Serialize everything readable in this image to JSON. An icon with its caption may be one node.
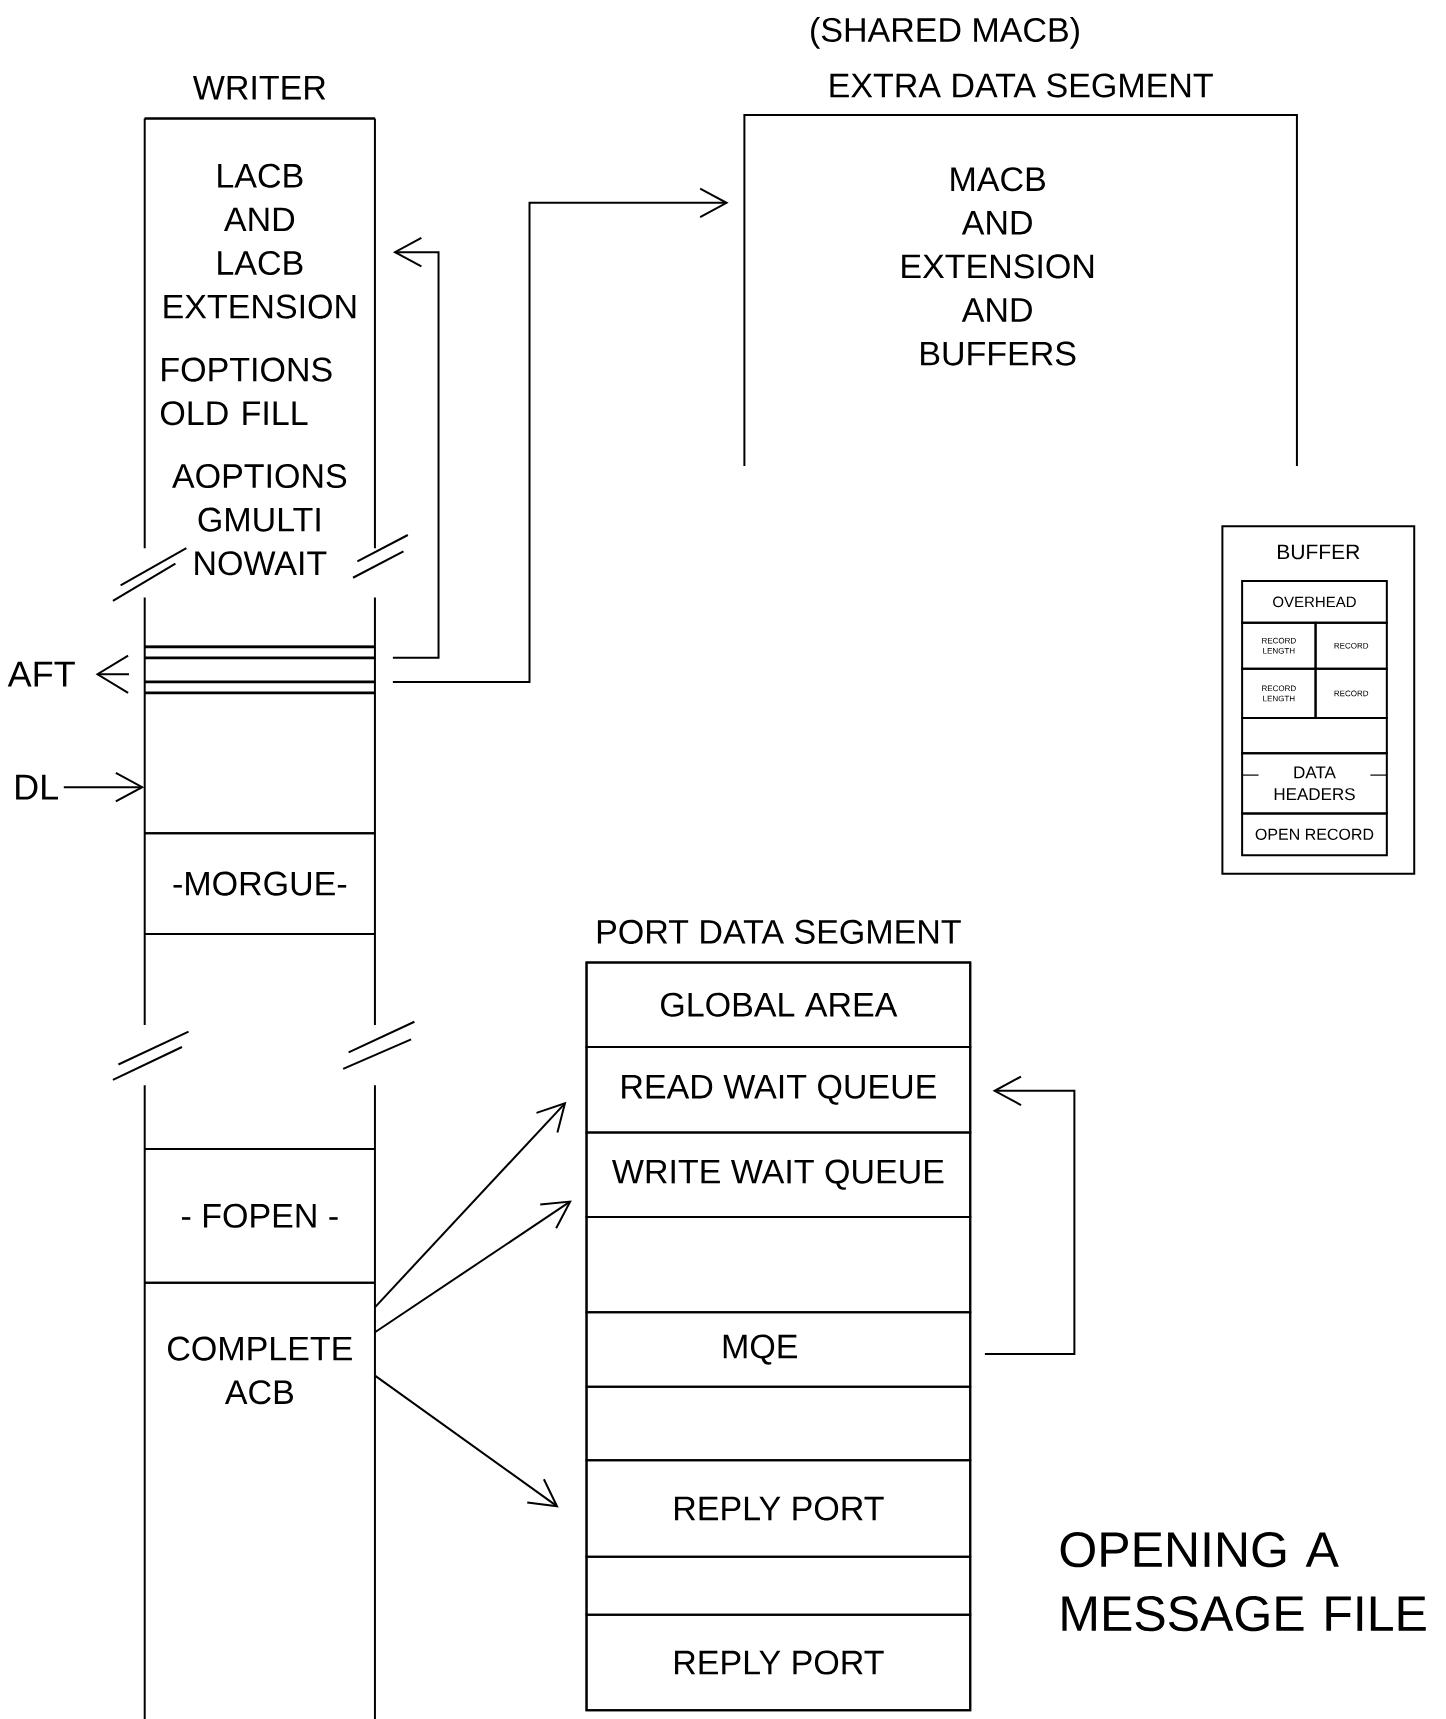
{
  "diagram": {
    "caption": "OPENING A MESSAGE FILE",
    "nodes": [
      {
        "text": [
          "WRITER"
        ]
      },
      {
        "text": [
          "LACB AND LACB EXTENSION",
          "FOPTIONS OLD FILL",
          "AOPTIONS GMULTI NOWAIT"
        ],
        "in": 0
      },
      {
        "text": [],
        "shape": "box",
        "in": 0
      },
      {
        "text": [],
        "shape": "box",
        "in": 0
      },
      {
        "text": [
          "-MORGUE-"
        ],
        "in": 0
      },
      {
        "text": [],
        "shape": "box",
        "in": 0
      },
      {
        "text": [
          "- FOPEN -"
        ],
        "in": 0
      },
      {
        "text": [
          "COMPLETE ACB"
        ],
        "in": 0
      },
      {
        "text": [
          "AFT"
        ]
      },
      {
        "text": [
          "DL"
        ]
      },
      {
        "text": [
          "(SHARED MACB)",
          "EXTRA DATA SEGMENT",
          "MACB AND EXTENSION AND BUFFERS"
        ]
      },
      {
        "text": [
          "PORT DATA SEGMENT"
        ]
      },
      {
        "text": [
          "GLOBAL AREA"
        ],
        "in": 11
      },
      {
        "text": [
          "READ WAIT QUEUE"
        ],
        "in": 11
      },
      {
        "text": [
          "WRITE WAIT QUEUE"
        ],
        "in": 11
      },
      {
        "text": [],
        "shape": "box",
        "in": 11
      },
      {
        "text": [
          "MQE"
        ],
        "in": 11
      },
      {
        "text": [],
        "shape": "box",
        "in": 11
      },
      {
        "text": [
          "REPLY PORT"
        ],
        "in": 11
      },
      {
        "text": [],
        "shape": "box",
        "in": 11
      },
      {
        "text": [
          "REPLY PORT"
        ],
        "in": 11
      },
      {
        "text": [
          "BUFFER"
        ]
      },
      {
        "text": [
          "OVERHEAD"
        ],
        "in": 21
      },
      {
        "text": [
          "RECORD LENGTH"
        ],
        "in": 21
      },
      {
        "text": [
          "RECORD"
        ],
        "in": 21
      },
      {
        "text": [
          "RECORD LENGTH"
        ],
        "in": 21
      },
      {
        "text": [
          "RECORD"
        ],
        "in": 21
      },
      {
        "text": [],
        "shape": "box",
        "in": 21
      },
      {
        "text": [
          "DATA HEADERS"
        ],
        "in": 21
      },
      {
        "text": [
          "OPEN RECORD"
        ],
        "in": 21
      }
    ],
    "edges": [
      {
        "from": 2,
        "to": 1,
        "arrow": "to"
      },
      {
        "from": 2,
        "to": 10,
        "arrow": "to"
      },
      {
        "from": 7,
        "to": 13,
        "arrow": "to"
      },
      {
        "from": 7,
        "to": 14,
        "arrow": "to"
      },
      {
        "from": 7,
        "to": 18,
        "arrow": "to"
      },
      {
        "from": 16,
        "to": 13,
        "arrow": "to"
      },
      {
        "from": 2,
        "to": 8,
        "arrow": "to"
      },
      {
        "from": 9,
        "to": 3,
        "arrow": "to"
      }
    ]
  }
}
